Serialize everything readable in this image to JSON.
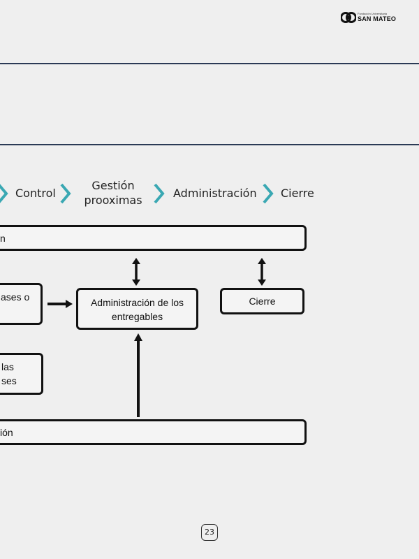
{
  "brand": {
    "small_text": "Fundación Universitaria",
    "name": "SAN MATEO"
  },
  "flow_steps": {
    "control": "Control",
    "gestion_line1": "Gestión",
    "gestion_line2": "prooximas",
    "administracion": "Administración",
    "cierre": "Cierre"
  },
  "diagram": {
    "top_bar": "n",
    "left_box_upper": "ases o",
    "left_box_lower_line1": "las",
    "left_box_lower_line2": "ses",
    "center_box_line1": "Administración de los",
    "center_box_line2": "entregables",
    "right_box": "Cierre",
    "bottom_bar": "ión"
  },
  "page_number": "23",
  "colors": {
    "rule": "#2b3a55",
    "chevron": "#3aa8b3",
    "border": "#111111",
    "background": "#efefef"
  }
}
